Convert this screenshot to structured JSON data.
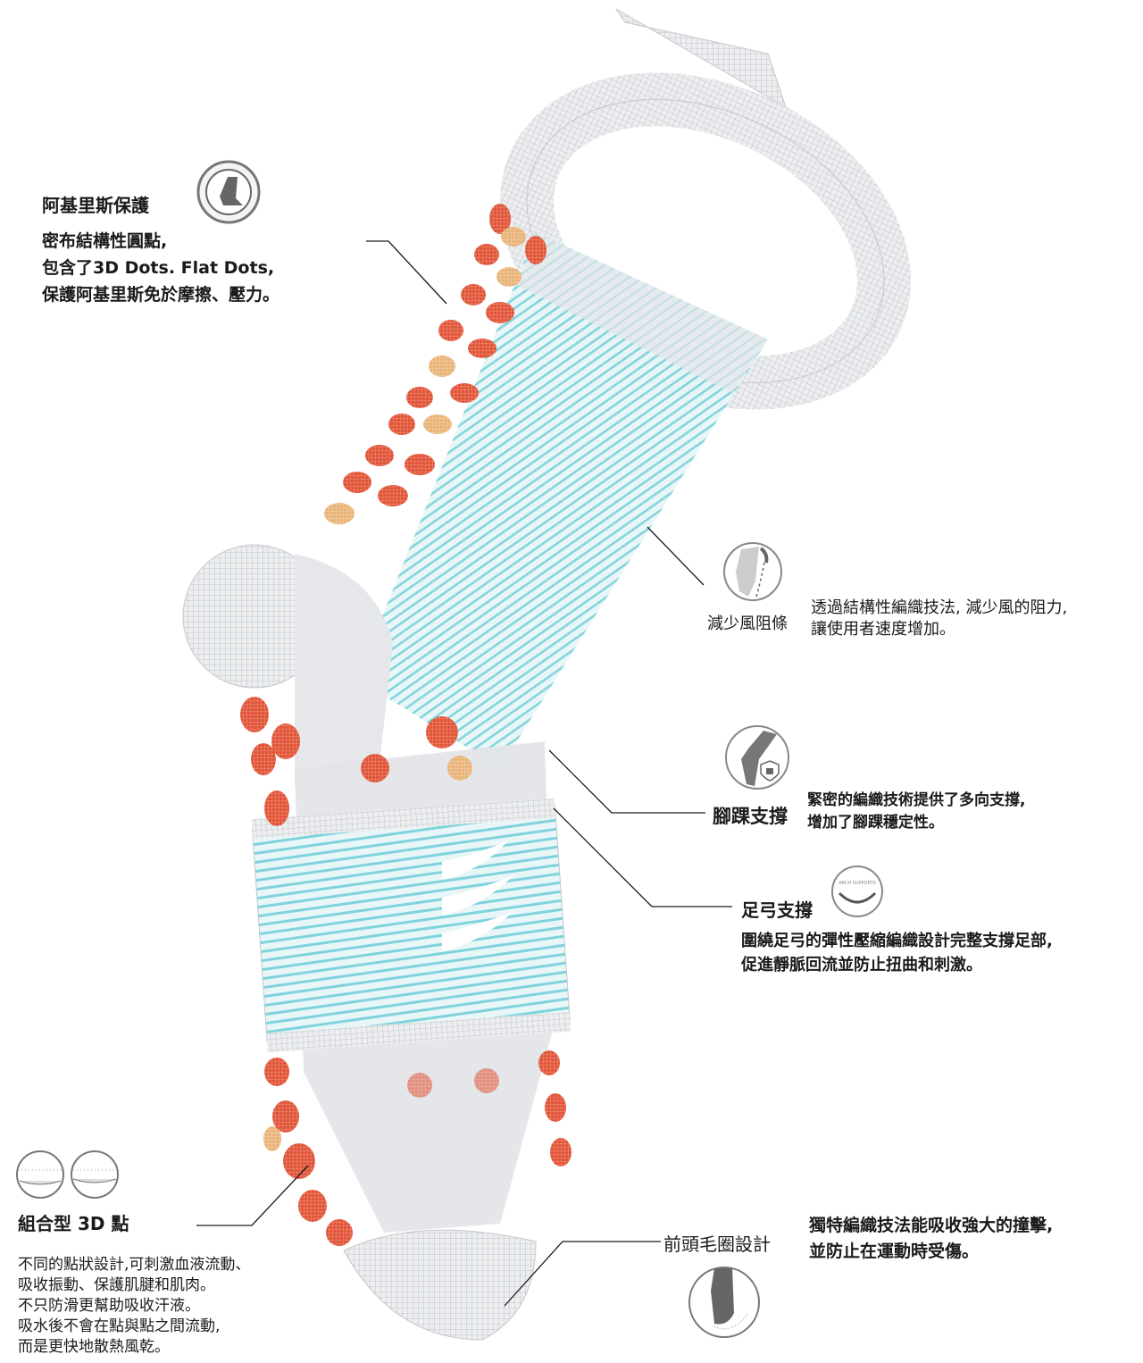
{
  "colors": {
    "dot_red": "#e0553a",
    "dot_tan": "#e8b47a",
    "stripe_blue": "#7fd3dc",
    "sock_grey": "#dcdde0",
    "text": "#1a1a1a"
  },
  "achilles": {
    "title": "阿基里斯保護",
    "icon": "achilles-protection-icon",
    "lines": [
      "密布結構性圓點,",
      "包含了3D Dots. Flat Dots,",
      "保護阿基里斯免於摩擦、壓力。"
    ]
  },
  "wind": {
    "title": "減少風阻條",
    "icon": "leg-airflow-icon",
    "lines": [
      "透過結構性編織技法, 減少風的阻力,",
      "讓使用者速度增加。"
    ]
  },
  "ankle": {
    "title": "腳踝支撐",
    "icon": "ankle-lock-icon",
    "lines": [
      "緊密的編織技術提供了多向支撐,",
      "增加了腳踝穩定性。"
    ]
  },
  "arch": {
    "title": "足弓支撐",
    "icon": "arch-support-icon",
    "lines": [
      "圍繞足弓的彈性壓縮編織設計完整支撐足部,",
      "促進靜脈回流並防止扭曲和刺激。"
    ]
  },
  "dots3d": {
    "title": "組合型 3D 點",
    "icons": [
      "3d-dots-icon",
      "flat-dots-icon"
    ],
    "lines": [
      "不同的點狀設計,可刺激血液流動、",
      "吸收振動、保護肌腱和肌肉。",
      "不只防滑更幫助吸收汗液。",
      "吸水後不會在點與點之間流動,",
      "而是更快地散熱風乾。"
    ]
  },
  "toe": {
    "title": "前頭毛圈設計",
    "icon": "toe-cushion-icon",
    "lines": [
      "獨特編織技法能吸收強大的撞擊,",
      "並防止在運動時受傷。"
    ]
  }
}
